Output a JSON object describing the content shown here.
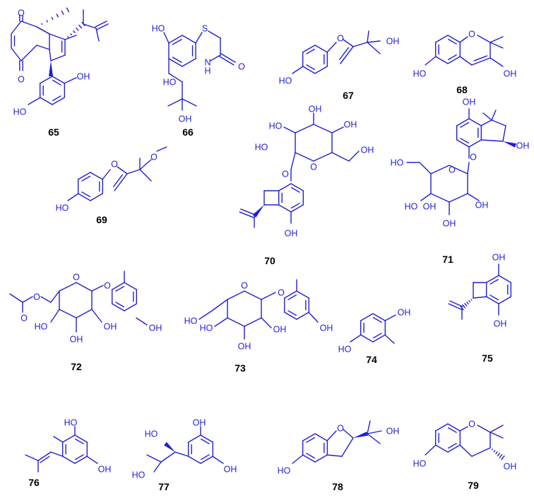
{
  "colors": {
    "structure": "#1f1fd6",
    "label": "#000000",
    "background": "#ffffff"
  },
  "compounds": [
    {
      "id": "65",
      "atoms": [
        "O",
        "O",
        "OH",
        "HO"
      ]
    },
    {
      "id": "66",
      "atoms": [
        "HO",
        "S",
        "N",
        "H",
        "O",
        "HO",
        "OH"
      ]
    },
    {
      "id": "67",
      "atoms": [
        "O",
        "OH",
        "HO"
      ]
    },
    {
      "id": "68",
      "atoms": [
        "O",
        "HO",
        "OH"
      ]
    },
    {
      "id": "69",
      "atoms": [
        "O",
        "O",
        "HO"
      ]
    },
    {
      "id": "70",
      "atoms": [
        "OH",
        "HO",
        "OH",
        "O",
        "OH",
        "HO",
        "O",
        "OH"
      ]
    },
    {
      "id": "71",
      "atoms": [
        "OH",
        "OH",
        "O",
        "HO",
        "O",
        "HO",
        "OH",
        "OH",
        "OH"
      ]
    },
    {
      "id": "72",
      "atoms": [
        "O",
        "O",
        "O",
        "O",
        "HO",
        "OH",
        "OH",
        "OH"
      ]
    },
    {
      "id": "73",
      "atoms": [
        "HO",
        "O",
        "O",
        "HO",
        "OH",
        "OH",
        "OH"
      ]
    },
    {
      "id": "74",
      "atoms": [
        "OH",
        "HO"
      ]
    },
    {
      "id": "75",
      "atoms": [
        "OH",
        "OH"
      ]
    },
    {
      "id": "76",
      "atoms": [
        "HO",
        "OH"
      ]
    },
    {
      "id": "77",
      "atoms": [
        "OH",
        "HO",
        "HO",
        "OH"
      ]
    },
    {
      "id": "78",
      "atoms": [
        "O",
        "OH",
        "HO"
      ]
    },
    {
      "id": "79",
      "atoms": [
        "O",
        "HO",
        "OH"
      ]
    }
  ]
}
